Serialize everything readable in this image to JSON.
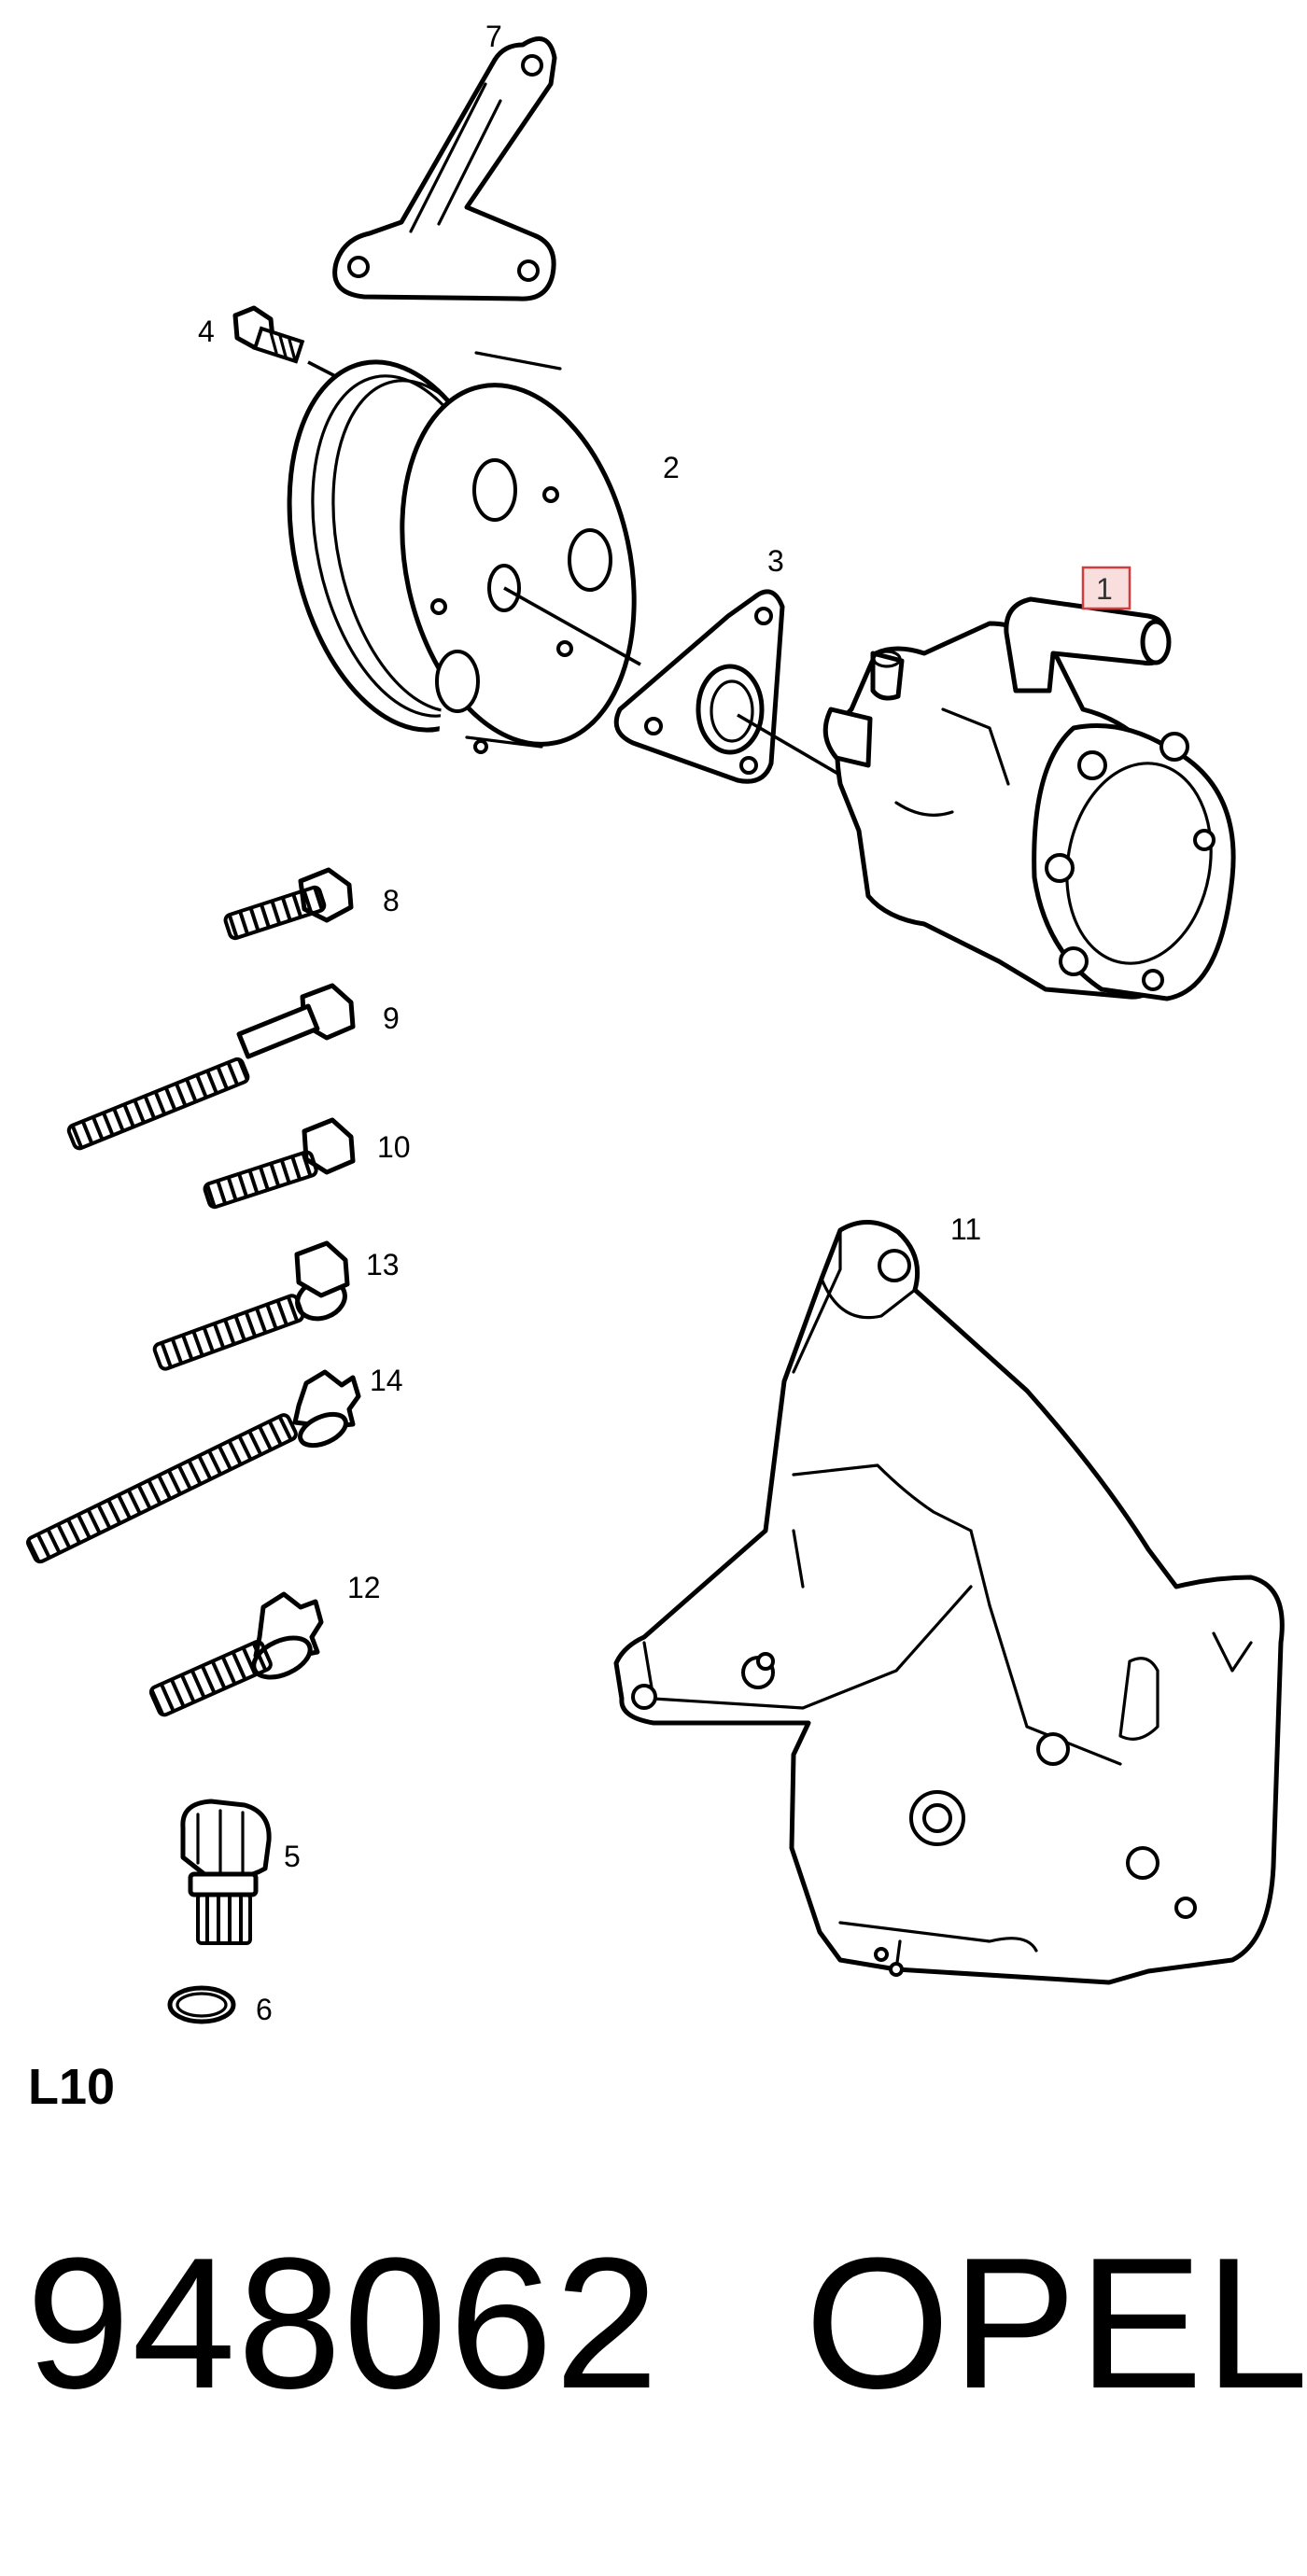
{
  "diagram": {
    "callouts": [
      {
        "id": "c1",
        "text": "1",
        "highlighted": true
      },
      {
        "id": "c2",
        "text": "2"
      },
      {
        "id": "c3",
        "text": "3"
      },
      {
        "id": "c4",
        "text": "4"
      },
      {
        "id": "c5",
        "text": "5"
      },
      {
        "id": "c6",
        "text": "6"
      },
      {
        "id": "c7",
        "text": "7"
      },
      {
        "id": "c8",
        "text": "8"
      },
      {
        "id": "c9",
        "text": "9"
      },
      {
        "id": "c10",
        "text": "10"
      },
      {
        "id": "c11",
        "text": "11"
      },
      {
        "id": "c12",
        "text": "12"
      },
      {
        "id": "c13",
        "text": "13"
      },
      {
        "id": "c14",
        "text": "14"
      }
    ],
    "highlight_color": "#d23c3c",
    "highlight_fill": "#f9dede",
    "line_color": "#000000"
  },
  "footer": {
    "group_code": "L10",
    "part_number": "948062",
    "brand": "OPEL"
  }
}
